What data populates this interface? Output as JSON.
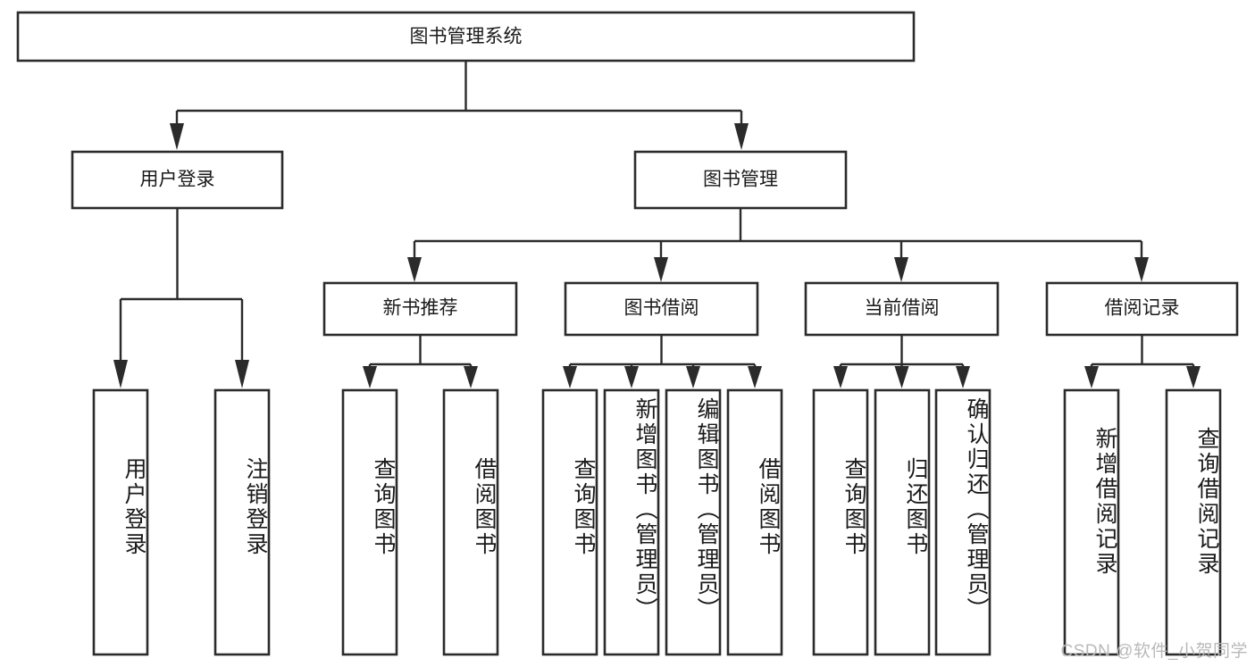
{
  "diagram": {
    "type": "hierarchy-tree",
    "title": "图书管理系统",
    "watermark": "CSDN @软件_小贺同学",
    "colors": {
      "box_stroke": "#2b2b2b",
      "box_fill": "#ffffff",
      "text": "#1a1a1a",
      "background": "#ffffff",
      "watermark": "#b9b9b9"
    },
    "root": {
      "label": "图书管理系统"
    },
    "level2": [
      {
        "label": "用户登录"
      },
      {
        "label": "图书管理"
      }
    ],
    "level3": [
      {
        "label": "新书推荐"
      },
      {
        "label": "图书借阅"
      },
      {
        "label": "当前借阅"
      },
      {
        "label": "借阅记录"
      }
    ],
    "leaves": {
      "user_login": [
        {
          "label": "用户登录"
        },
        {
          "label": "注销登录"
        }
      ],
      "new_book_recommend": [
        {
          "label": "查询图书"
        },
        {
          "label": "借阅图书"
        }
      ],
      "book_borrow": [
        {
          "label": "查询图书"
        },
        {
          "label": "新增图书（管理员）"
        },
        {
          "label": "编辑图书（管理员）"
        },
        {
          "label": "借阅图书"
        }
      ],
      "current_borrow": [
        {
          "label": "查询图书"
        },
        {
          "label": "归还图书"
        },
        {
          "label": "确认归还（管理员）"
        }
      ],
      "borrow_records": [
        {
          "label": "新增借阅记录"
        },
        {
          "label": "查询借阅记录"
        }
      ]
    }
  }
}
